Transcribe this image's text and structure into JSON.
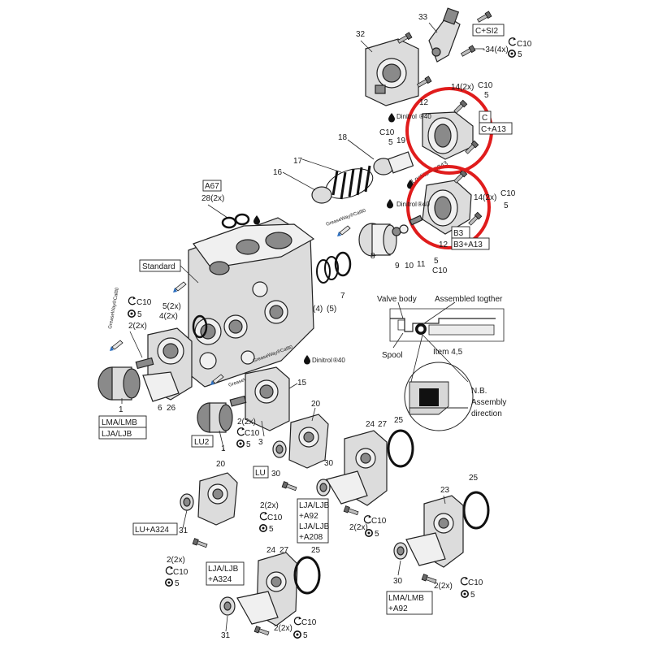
{
  "labels": {
    "n33": "33",
    "n32": "32",
    "c_sl2": "C+SI2",
    "n34": "-34(4x)",
    "c10_a": "C10",
    "o5_a": "5",
    "n14_top": "14(2x)",
    "c10_b": "C10",
    "o5_b": "5",
    "n12_top": "12",
    "c_box": "C",
    "c_a13": "C+A13",
    "dinitrol_top": "Dinitrol",
    "dinitrol_sup": "®40",
    "c10_c": "C10",
    "o5_c": "5",
    "n19": "19",
    "n18": "18",
    "n17": "17",
    "n16": "16",
    "loctite": "Loctite",
    "loctite_sup": "®243",
    "dinitrol_mid": "Dinitrol",
    "dinitrol_mid_sup": "®40",
    "n14_mid": "14(2x)",
    "c10_d": "C10",
    "o5_d": "5",
    "b3": "B3",
    "b3_a13": "B3+A13",
    "n12_mid": "12",
    "a67": "A67",
    "n28": "28(2x)",
    "grease_top": "GreaseWay®Cal80",
    "n8": "8",
    "n9": "9",
    "n10": "10",
    "n11": "11",
    "o5_e": "5",
    "c10_e": "C10",
    "n7": "7",
    "n4b": "(4)",
    "n5b": "(5)",
    "standard": "Standard",
    "grease_left": "GreaseWay®Cal80",
    "c10_f": "C10",
    "o5_f": "5",
    "n5_2x": "5(2x)",
    "n4_2x": "4(2x)",
    "n2_2x_left": "2(2x)",
    "n1_left": "1",
    "n6": "6",
    "n26": "26",
    "lma_lmb": "LMA/LMB",
    "lja_ljb": "LJA/LJB",
    "grease_mid": "GreaseWay®Cal80",
    "dinitrol_low": "Dinitrol",
    "dinitrol_low_sup": "®40",
    "grease_low": "GreaseWay®Cal80",
    "n15": "15",
    "n3": "3",
    "n2_2x_b": "2(2x)",
    "c10_g": "C10",
    "o5_g": "5",
    "lu2": "LU2",
    "n1_b": "1",
    "valve_body": "Valve body",
    "assembled": "Assembled togther",
    "spool": "Spool",
    "item45": "Item 4,5",
    "nb1": "N.B.",
    "nb2": "Assembly",
    "nb3": "direction",
    "n20_a": "20",
    "n24_a": "24",
    "n27_a": "27",
    "n25_a": "25",
    "lu": "LU",
    "n30_a": "30",
    "n30_b": "30",
    "n2_2x_c": "2(2x)",
    "c10_h": "C10",
    "o5_h": "5",
    "lja_ljb_a92": [
      "LJA/LJB",
      "+A92",
      "LJA/LJB",
      "+A208"
    ],
    "n2_2x_d": "2(2x)",
    "c10_i": "C10",
    "o5_i": "5",
    "n20_b": "20",
    "lu_a324": "LU+A324",
    "n31_a": "31",
    "n2_2x_e": "2(2x)",
    "c10_j": "C10",
    "o5_j": "5",
    "n25_b": "25",
    "n23": "23",
    "n24_b": "24",
    "n27_b": "27",
    "n25_c": "25",
    "lja_ljb_a324": [
      "LJA/LJB",
      "+A324"
    ],
    "n30_c": "30",
    "n2_2x_f": "2(2x)",
    "c10_k": "C10",
    "o5_k": "5",
    "lma_lmb_a92": [
      "LMA/LMB",
      "+A92"
    ],
    "n31_b": "31",
    "n2_2x_g": "2(2x)",
    "c10_l": "C10",
    "o5_l": "5"
  },
  "colors": {
    "highlight": "#e01c1c",
    "line": "#222222",
    "part_fill": "#dcdcdc",
    "part_dark": "#8a8a8a"
  },
  "icons": [
    "torque-icon",
    "tool-size-icon",
    "drop-icon",
    "grease-gun-icon"
  ]
}
